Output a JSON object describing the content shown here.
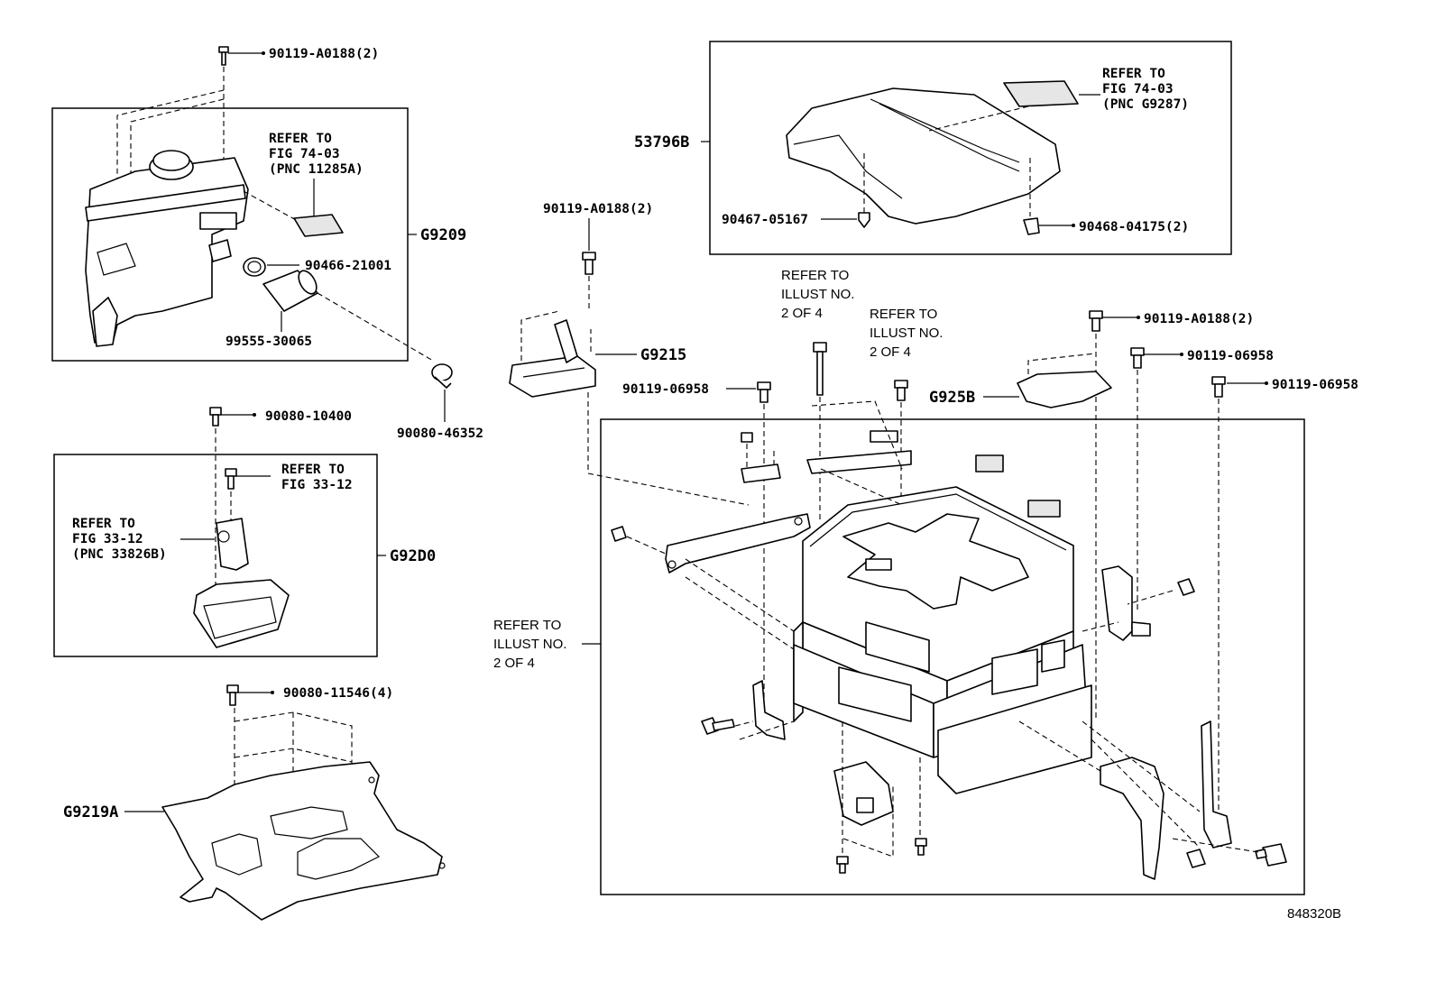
{
  "labels": {
    "p90119_A0188_top": "90119-A0188(2)",
    "refer_7403_a_line1": "REFER TO",
    "refer_7403_a_line2": "FIG 74-03",
    "refer_7403_a_line3": "(PNC 11285A)",
    "g9209": "G9209",
    "p90466_21001": "90466-21001",
    "p99555_30065": "99555-30065",
    "p90080_46352": "90080-46352",
    "p90080_10400": "90080-10400",
    "refer_3312_a_line1": "REFER TO",
    "refer_3312_a_line2": "FIG 33-12",
    "refer_3312_b_line1": "REFER TO",
    "refer_3312_b_line2": "FIG 33-12",
    "refer_3312_b_line3": "(PNC 33826B)",
    "g92d0": "G92D0",
    "p90080_11546": "90080-11546(4)",
    "g9219a": "G9219A",
    "p53796b": "53796B",
    "refer_7403_b_line1": "REFER TO",
    "refer_7403_b_line2": "FIG 74-03",
    "refer_7403_b_line3": "(PNC G9287)",
    "p90467_05167": "90467-05167",
    "p90468_04175": "90468-04175(2)",
    "p90119_A0188_mid": "90119-A0188(2)",
    "g9215": "G9215",
    "p90119_06958_a": "90119-06958",
    "illust_a_line1": "REFER TO",
    "illust_a_line2": "ILLUST NO.",
    "illust_a_line3": "2 OF 4",
    "illust_b_line1": "REFER TO",
    "illust_b_line2": "ILLUST NO.",
    "illust_b_line3": "2 OF 4",
    "p90119_A0188_right": "90119-A0188(2)",
    "g925b": "G925B",
    "p90119_06958_b": "90119-06958",
    "p90119_06958_c": "90119-06958",
    "illust_c_line1": "REFER TO",
    "illust_c_line2": "ILLUST NO.",
    "illust_c_line3": "2 OF 4",
    "figure_code": "848320B"
  }
}
